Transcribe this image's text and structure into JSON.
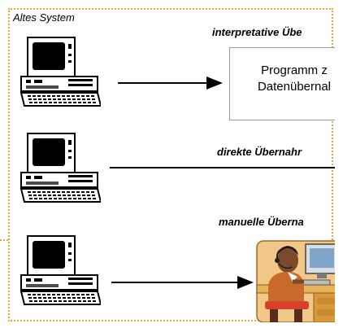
{
  "old_system_label": "Altes System",
  "rows": [
    {
      "label": "interpretative Übe"
    },
    {
      "label": "direkte Übernahr"
    },
    {
      "label": "manuelle Überna"
    }
  ],
  "program_box": {
    "line1": "Programm z",
    "line2": "Datenübernal"
  },
  "colors": {
    "frame_border": "#e8a93a",
    "line": "#000000",
    "screen": "#000000",
    "person_skin": "#7a4a2a",
    "person_shirt": "#c86a2a",
    "desk": "#e8b25a"
  },
  "icons": [
    "computer-icon",
    "computer-icon",
    "computer-icon",
    "person-at-computer-icon"
  ]
}
